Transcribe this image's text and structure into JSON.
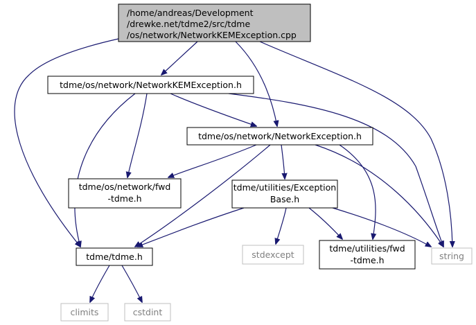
{
  "colors": {
    "edge": "#191970",
    "root_fill": "#bfbfbf",
    "node_fill": "#ffffff",
    "node_border": "#000000",
    "system_border": "#bfbfbf",
    "system_text": "#7f7f7f"
  },
  "nodes": {
    "root": {
      "lines": [
        "/home/andreas/Development",
        "/drewke.net/tdme2/src/tdme",
        "/os/network/NetworkKEMException.cpp"
      ]
    },
    "kem_exception_h": {
      "lines": [
        "tdme/os/network/NetworkKEMException.h"
      ]
    },
    "network_exception_h": {
      "lines": [
        "tdme/os/network/NetworkException.h"
      ]
    },
    "network_fwd_tdme_h": {
      "lines": [
        "tdme/os/network/fwd",
        "-tdme.h"
      ]
    },
    "exception_base_h": {
      "lines": [
        "tdme/utilities/Exception",
        "Base.h"
      ]
    },
    "tdme_h": {
      "lines": [
        "tdme/tdme.h"
      ]
    },
    "stdexcept": {
      "lines": [
        "stdexcept"
      ]
    },
    "utilities_fwd_tdme_h": {
      "lines": [
        "tdme/utilities/fwd",
        "-tdme.h"
      ]
    },
    "string": {
      "lines": [
        "string"
      ]
    },
    "climits": {
      "lines": [
        "climits"
      ]
    },
    "cstdint": {
      "lines": [
        "cstdint"
      ]
    }
  }
}
